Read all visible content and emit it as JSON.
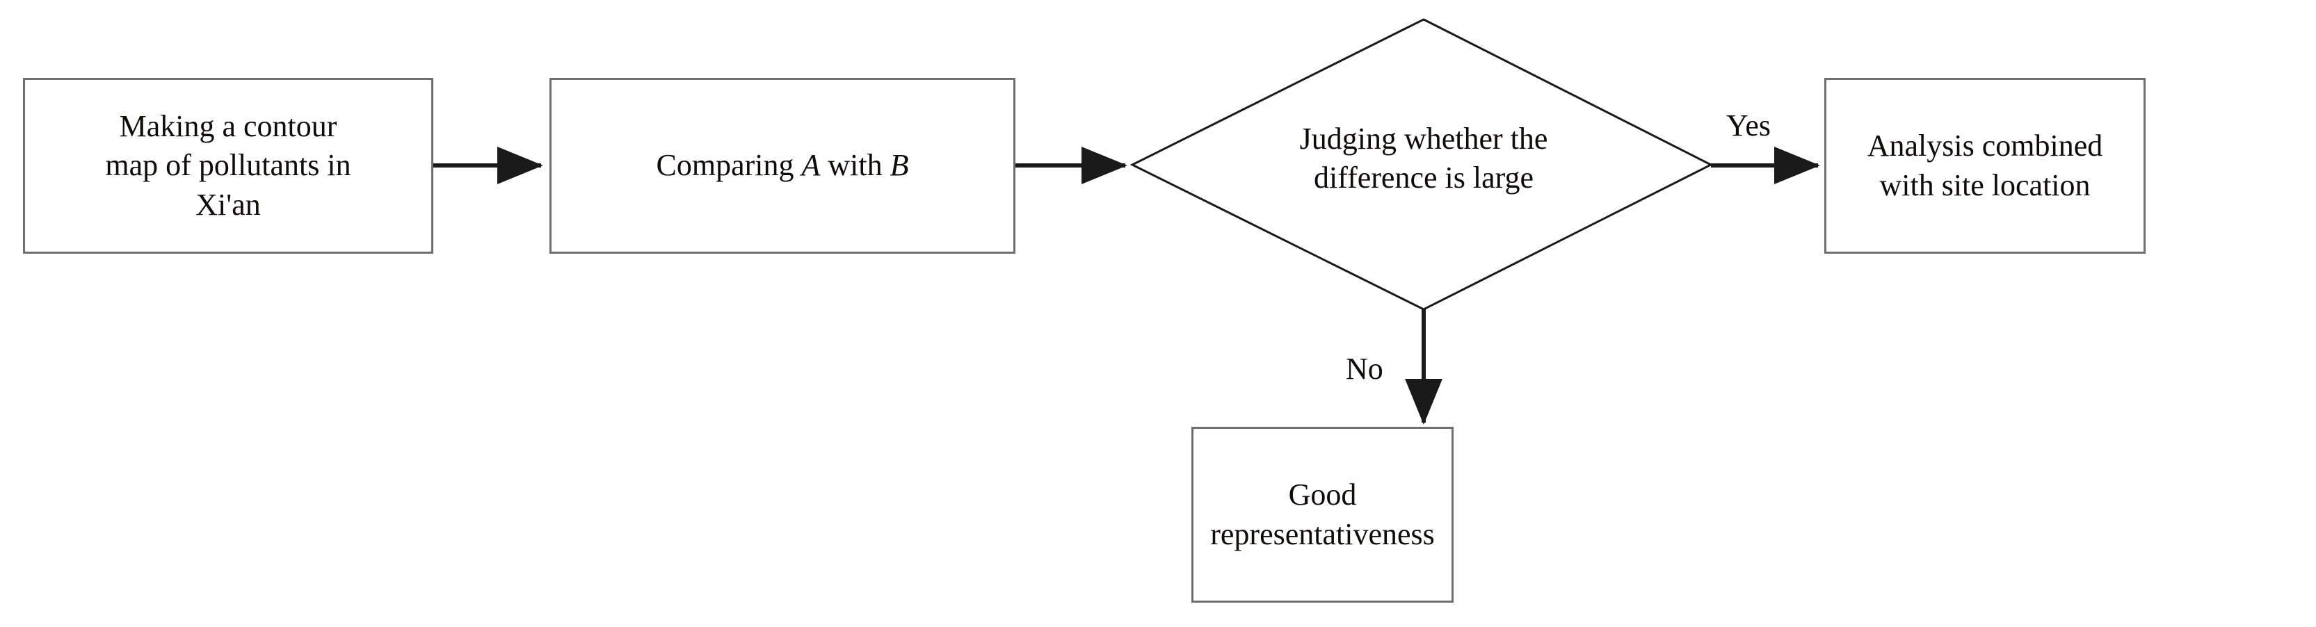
{
  "diagram": {
    "type": "flowchart",
    "title": "",
    "background_color": "#ffffff",
    "node_border_color": "#6e6e6e",
    "line_color": "#1a1a1a",
    "text_color": "#100c08",
    "nodes": [
      {
        "id": "make-contour-map",
        "shape": "rectangle",
        "lines": [
          "Making a contour",
          "map of pollutants in",
          "Xi'an"
        ],
        "text": "Making a contour map of pollutants in Xi'an"
      },
      {
        "id": "compare-a-b",
        "shape": "rectangle",
        "text_prefix": "Comparing ",
        "var_a": "A",
        "text_middle": " with ",
        "var_b": "B",
        "text": "Comparing A with B"
      },
      {
        "id": "judge-difference",
        "shape": "diamond",
        "lines": [
          "Judging whether the",
          "difference is large"
        ],
        "text": "Judging whether the difference is large"
      },
      {
        "id": "analysis-site-location",
        "shape": "rectangle",
        "lines": [
          "Analysis combined",
          "with site location"
        ],
        "text": "Analysis combined with site location"
      },
      {
        "id": "good-representativeness",
        "shape": "rectangle",
        "lines": [
          "Good",
          "representativeness"
        ],
        "text": "Good representativeness"
      }
    ],
    "edges": [
      {
        "id": "e1",
        "from": "make-contour-map",
        "to": "compare-a-b",
        "label": ""
      },
      {
        "id": "e2",
        "from": "compare-a-b",
        "to": "judge-difference",
        "label": ""
      },
      {
        "id": "e3",
        "from": "judge-difference",
        "to": "analysis-site-location",
        "label": "Yes"
      },
      {
        "id": "e4",
        "from": "judge-difference",
        "to": "good-representativeness",
        "label": "No"
      }
    ]
  }
}
